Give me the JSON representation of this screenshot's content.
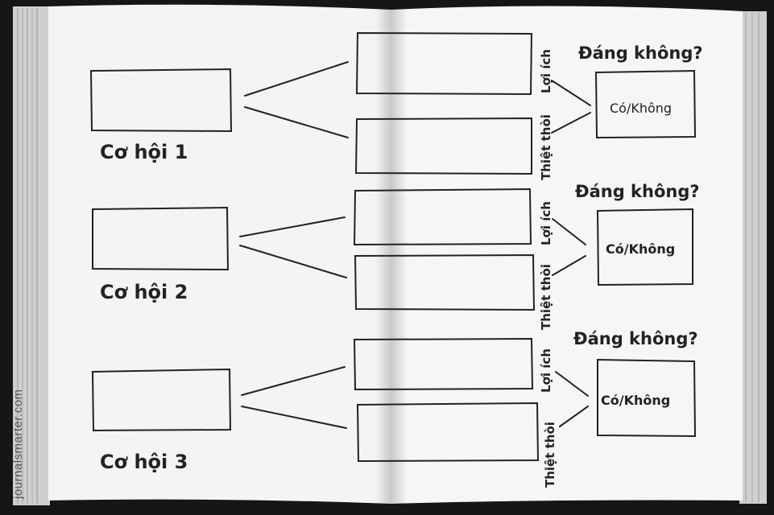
{
  "colors": {
    "page": "#f4f4f4",
    "ink": "#222222",
    "cover": "#111111",
    "page_edges": "#bdbdbd"
  },
  "watermark": "journalsmarter.com",
  "opportunities": [
    {
      "label": "Cơ hội 1",
      "benefit": "Lợi ích",
      "drawback": "Thiệt thòi",
      "question": "Đáng không?",
      "answer": "Có/Không"
    },
    {
      "label": "Cơ hội 2",
      "benefit": "Lợi ích",
      "drawback": "Thiệt thòi",
      "question": "Đáng không?",
      "answer": "Có/Không"
    },
    {
      "label": "Cơ hội 3",
      "benefit": "Lợi ích",
      "drawback": "Thiệt thòi",
      "question": "Đáng không?",
      "answer": "Có/Không"
    }
  ]
}
